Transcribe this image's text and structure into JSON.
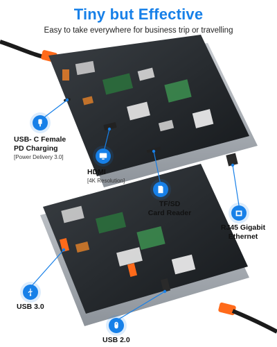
{
  "header": {
    "title": "Tiny but Effective",
    "subtitle": "Easy to take everywhere for business trip or travelling"
  },
  "callouts": {
    "usbc": {
      "line1": "USB- C Female",
      "line2": "PD Charging",
      "note": "[Power Delivery 3.0]",
      "icon": "usb-c-plug-icon"
    },
    "hdmi": {
      "line1": "HDMI",
      "note": "[4K Resolution]",
      "icon": "monitor-icon"
    },
    "tfsd": {
      "line1": "TF/SD",
      "line2": "Card Reader",
      "icon": "sd-card-icon"
    },
    "rj45": {
      "line1": "RJ45 Gigabit",
      "line2": "Ethernet",
      "icon": "ethernet-port-icon"
    },
    "usb30": {
      "line1": "USB 3.0",
      "icon": "usb-icon"
    },
    "usb20": {
      "line1": "USB 2.0",
      "icon": "mouse-icon"
    }
  },
  "colors": {
    "accent": "#1780e8",
    "cable_tip": "#ff6a1a",
    "shell": "#9ea4ab",
    "glass": "#1e2226",
    "usb3_port": "#ff6a1a"
  }
}
